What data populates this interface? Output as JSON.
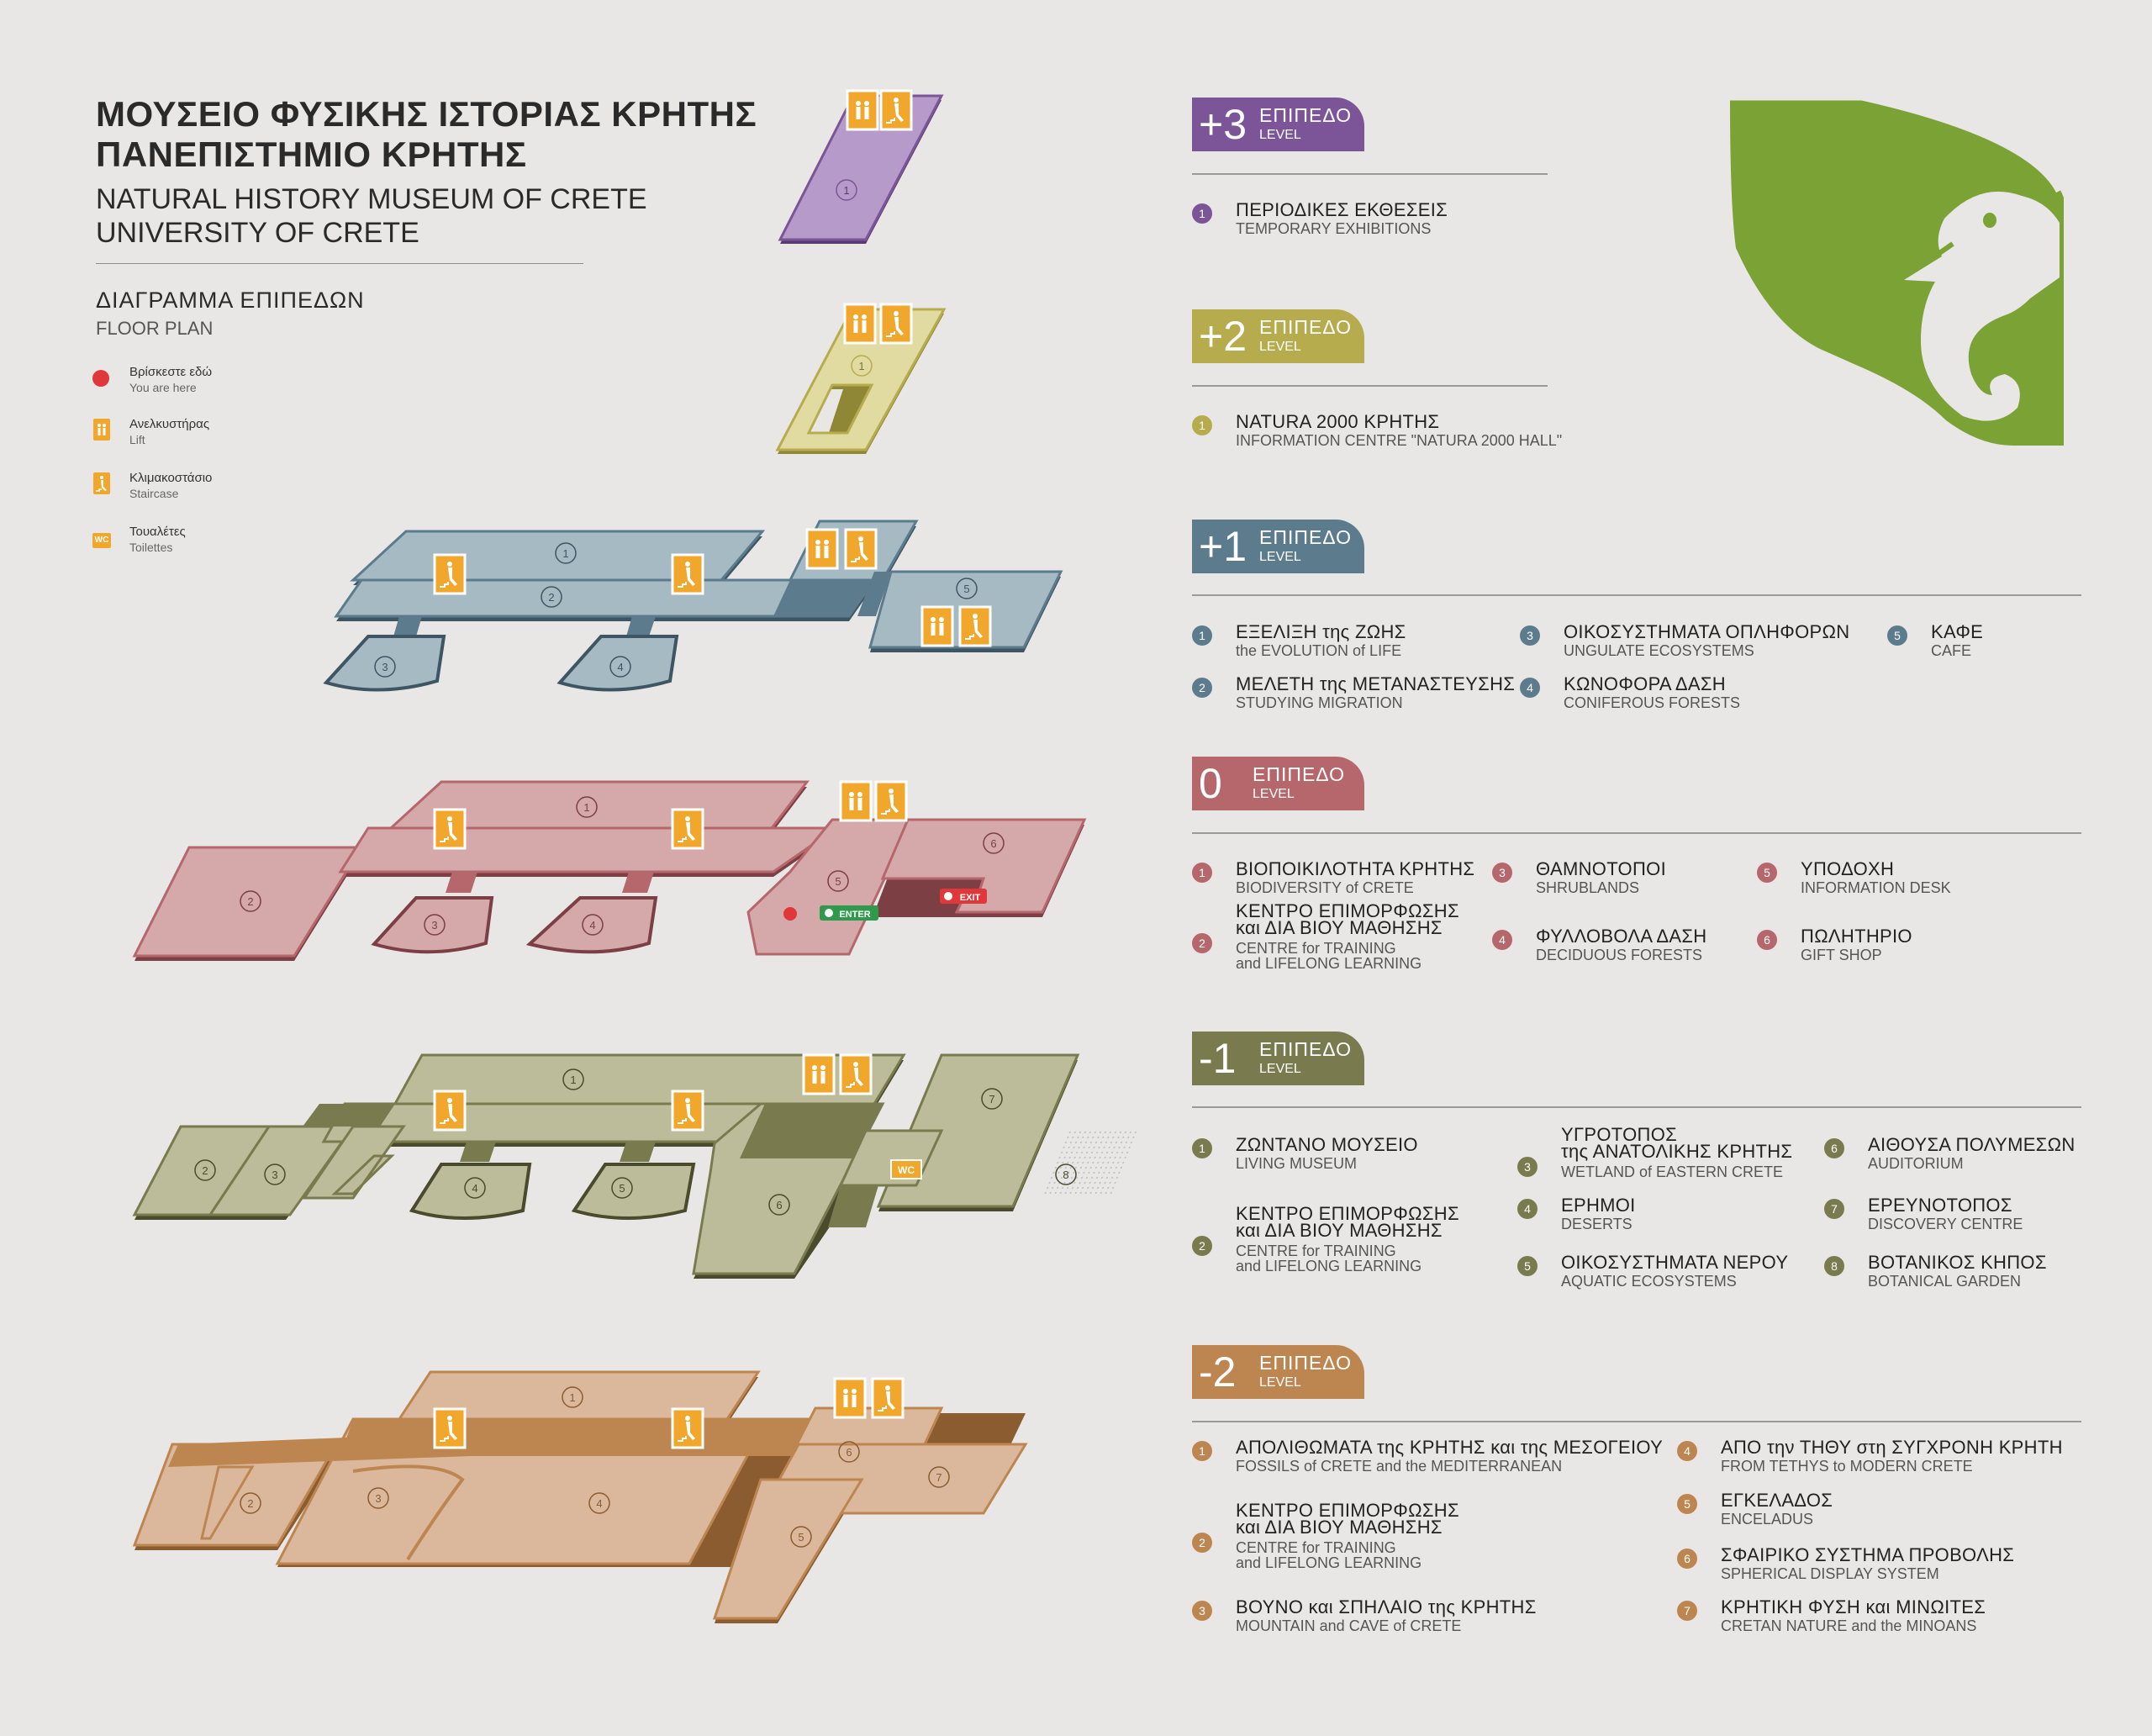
{
  "header": {
    "title_gr_1": "ΜΟΥΣΕΙΟ ΦΥΣΙΚΗΣ ΙΣΤΟΡΙΑΣ ΚΡΗΤΗΣ",
    "title_gr_2": "ΠΑΝΕΠΙΣΤΗΜΙΟ ΚΡΗΤΗΣ",
    "title_en_1": "NATURAL HISTORY MUSEUM OF CRETE",
    "title_en_2": "UNIVERSITY OF CRETE",
    "section_gr": "ΔΙΑΓΡΑΜΜΑ ΕΠΙΠΕΔΩΝ",
    "section_en": "FLOOR PLAN"
  },
  "key": [
    {
      "gr": "Βρίσκεστε εδώ",
      "en": "You are here",
      "icon": "you-are-here-icon"
    },
    {
      "gr": "Ανελκυστήρας",
      "en": "Lift",
      "icon": "lift-icon"
    },
    {
      "gr": "Κλιμακοστάσιο",
      "en": "Staircase",
      "icon": "staircase-icon"
    },
    {
      "gr": "Τουαλέτες",
      "en": "Toilettes",
      "icon": "toilet-icon",
      "icon_text": "WC"
    }
  ],
  "map_labels": {
    "enter": "ENTER",
    "exit": "EXIT",
    "wc": "WC"
  },
  "colors": {
    "l3": "#7b5597",
    "l2": "#b6ac4d",
    "l1": "#5c7b8c",
    "l0": "#b5676c",
    "lm1": "#797b4e",
    "lm2": "#bd8650",
    "icon_orange": "#f0a72b",
    "you_are_here": "#e0373a",
    "logo_green": "#7ba234"
  },
  "levels": [
    {
      "id": "l3",
      "num": "+3",
      "label_gr": "ΕΠΙΠΕΔΟ",
      "label_en": "LEVEL",
      "items": [
        {
          "n": "1",
          "gr": "ΠΕΡΙΟΔΙΚΕΣ ΕΚΘΕΣΕΙΣ",
          "en": "TEMPORARY EXHIBITIONS"
        }
      ]
    },
    {
      "id": "l2",
      "num": "+2",
      "label_gr": "ΕΠΙΠΕΔΟ",
      "label_en": "LEVEL",
      "items": [
        {
          "n": "1",
          "gr": "NATURA 2000 ΚΡΗΤΗΣ",
          "en": "INFORMATION CENTRE \"NATURA 2000 HALL\""
        }
      ]
    },
    {
      "id": "l1",
      "num": "+1",
      "label_gr": "ΕΠΙΠΕΔΟ",
      "label_en": "LEVEL",
      "items": [
        {
          "n": "1",
          "gr": "ΕΞΕΛΙΞΗ της ΖΩΗΣ",
          "en": "the EVOLUTION of LIFE"
        },
        {
          "n": "2",
          "gr": "ΜΕΛΕΤΗ της ΜΕΤΑΝΑΣΤΕΥΣΗΣ",
          "en": "STUDYING MIGRATION"
        },
        {
          "n": "3",
          "gr": "ΟΙΚΟΣΥΣΤΗΜΑΤΑ ΟΠΛΗΦΟΡΩΝ",
          "en": "UNGULATE ECOSYSTEMS"
        },
        {
          "n": "4",
          "gr": "ΚΩΝΟΦΟΡΑ ΔΑΣΗ",
          "en": "CONIFEROUS FORESTS"
        },
        {
          "n": "5",
          "gr": "ΚΑΦΕ",
          "en": "CAFE"
        }
      ]
    },
    {
      "id": "l0",
      "num": "0",
      "label_gr": "ΕΠΙΠΕΔΟ",
      "label_en": "LEVEL",
      "items": [
        {
          "n": "1",
          "gr": "ΒΙΟΠΟΙΚΙΛΟΤΗΤΑ ΚΡΗΤΗΣ",
          "en": "BIODIVERSITY of CRETE"
        },
        {
          "n": "2",
          "gr": "ΚΕΝΤΡΟ ΕΠΙΜΟΡΦΩΣΗΣ",
          "gr2": "και ΔΙΑ ΒΙΟΥ ΜΑΘΗΣΗΣ",
          "en": "CENTRE for TRAINING",
          "en2": "and LIFELONG LEARNING"
        },
        {
          "n": "3",
          "gr": "ΘΑΜΝΟΤΟΠΟΙ",
          "en": "SHRUBLANDS"
        },
        {
          "n": "4",
          "gr": "ΦΥΛΛΟΒΟΛΑ ΔΑΣΗ",
          "en": "DECIDUOUS FORESTS"
        },
        {
          "n": "5",
          "gr": "ΥΠΟΔΟΧΗ",
          "en": "INFORMATION DESK"
        },
        {
          "n": "6",
          "gr": "ΠΩΛΗΤΗΡΙΟ",
          "en": "GIFT SHOP"
        }
      ]
    },
    {
      "id": "lm1",
      "num": "-1",
      "label_gr": "ΕΠΙΠΕΔΟ",
      "label_en": "LEVEL",
      "items": [
        {
          "n": "1",
          "gr": "ΖΩΝΤΑΝΟ ΜΟΥΣΕΙΟ",
          "en": "LIVING MUSEUM"
        },
        {
          "n": "2",
          "gr": "ΚΕΝΤΡΟ ΕΠΙΜΟΡΦΩΣΗΣ",
          "gr2": "και ΔΙΑ ΒΙΟΥ ΜΑΘΗΣΗΣ",
          "en": "CENTRE for TRAINING",
          "en2": "and LIFELONG LEARNING"
        },
        {
          "n": "3",
          "gr": "ΥΓΡΟΤΟΠΟΣ",
          "gr2": "της ΑΝΑΤΟΛΙΚΗΣ ΚΡΗΤΗΣ",
          "en": "WETLAND of EASTERN CRETE"
        },
        {
          "n": "4",
          "gr": "ΕΡΗΜΟΙ",
          "en": "DESERTS"
        },
        {
          "n": "5",
          "gr": "ΟΙΚΟΣΥΣΤΗΜΑΤΑ ΝΕΡΟΥ",
          "en": "AQUATIC ECOSYSTEMS"
        },
        {
          "n": "6",
          "gr": "ΑΙΘΟΥΣΑ ΠΟΛΥΜΕΣΩΝ",
          "en": "AUDITORIUM"
        },
        {
          "n": "7",
          "gr": "ΕΡΕΥΝΟΤΟΠΟΣ",
          "en": "DISCOVERY CENTRE"
        },
        {
          "n": "8",
          "gr": "ΒΟΤΑΝΙΚΟΣ ΚΗΠΟΣ",
          "en": "BOTANICAL GARDEN"
        }
      ]
    },
    {
      "id": "lm2",
      "num": "-2",
      "label_gr": "ΕΠΙΠΕΔΟ",
      "label_en": "LEVEL",
      "items": [
        {
          "n": "1",
          "gr": "ΑΠΟΛΙΘΩΜΑΤΑ της ΚΡΗΤΗΣ και της ΜΕΣΟΓΕΙΟΥ",
          "en": "FOSSILS of CRETE and the MEDITERRANEAN"
        },
        {
          "n": "2",
          "gr": "ΚΕΝΤΡΟ ΕΠΙΜΟΡΦΩΣΗΣ",
          "gr2": "και ΔΙΑ ΒΙΟΥ ΜΑΘΗΣΗΣ",
          "en": "CENTRE for TRAINING",
          "en2": "and LIFELONG LEARNING"
        },
        {
          "n": "3",
          "gr": "ΒΟΥΝΟ και ΣΠΗΛΑΙΟ της ΚΡΗΤΗΣ",
          "en": "MOUNTAIN and CAVE of CRETE"
        },
        {
          "n": "4",
          "gr": "ΑΠΟ την ΤΗΘΥ στη ΣΥΓΧΡΟΝΗ ΚΡΗΤΗ",
          "en": "FROM TETHYS to MODERN CRETE"
        },
        {
          "n": "5",
          "gr": "ΕΓΚΕΛΑΔΟΣ",
          "en": "ENCELADUS"
        },
        {
          "n": "6",
          "gr": "ΣΦΑΙΡΙΚΟ ΣΥΣΤΗΜΑ ΠΡΟΒΟΛΗΣ",
          "en": "SPHERICAL DISPLAY SYSTEM"
        },
        {
          "n": "7",
          "gr": "ΚΡΗΤΙΚΗ ΦΥΣΗ και ΜΙΝΩΙΤΕΣ",
          "en": "CRETAN NATURE and the MINOANS"
        }
      ]
    }
  ]
}
